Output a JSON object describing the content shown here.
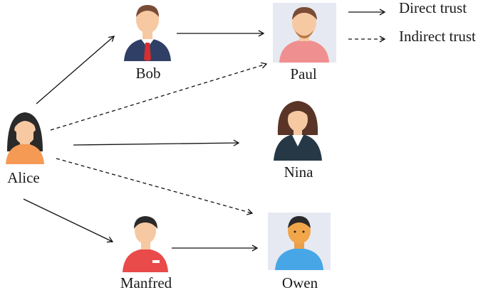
{
  "legend": {
    "direct_label": "Direct trust",
    "indirect_label": "Indirect trust"
  },
  "people": {
    "alice": {
      "name": "Alice",
      "icon": "woman-avatar-icon"
    },
    "bob": {
      "name": "Bob",
      "icon": "businessman-avatar-icon"
    },
    "paul": {
      "name": "Paul",
      "icon": "man-avatar-icon"
    },
    "nina": {
      "name": "Nina",
      "icon": "woman-avatar-icon"
    },
    "manfred": {
      "name": "Manfred",
      "icon": "man-avatar-icon"
    },
    "owen": {
      "name": "Owen",
      "icon": "boy-avatar-icon"
    }
  },
  "relations": [
    {
      "from": "Alice",
      "to": "Bob",
      "type": "direct"
    },
    {
      "from": "Bob",
      "to": "Paul",
      "type": "direct"
    },
    {
      "from": "Alice",
      "to": "Paul",
      "type": "indirect"
    },
    {
      "from": "Alice",
      "to": "Nina",
      "type": "direct"
    },
    {
      "from": "Alice",
      "to": "Owen",
      "type": "indirect"
    },
    {
      "from": "Alice",
      "to": "Manfred",
      "type": "direct"
    },
    {
      "from": "Manfred",
      "to": "Owen",
      "type": "direct"
    }
  ],
  "colors": {
    "skin": "#f6c9a3",
    "hair_dark": "#2a2a2a",
    "hair_brown": "#7a4b35",
    "suit": "#2f3f66",
    "tie": "#d62f2f",
    "alice_shirt": "#f59a55",
    "paul_shirt": "#f08f8f",
    "nina_jacket": "#263845",
    "manfred_shirt": "#e94a4a",
    "owen_shirt": "#47a7e6",
    "panel": "#e6e9f2",
    "arrow": "#111111"
  }
}
